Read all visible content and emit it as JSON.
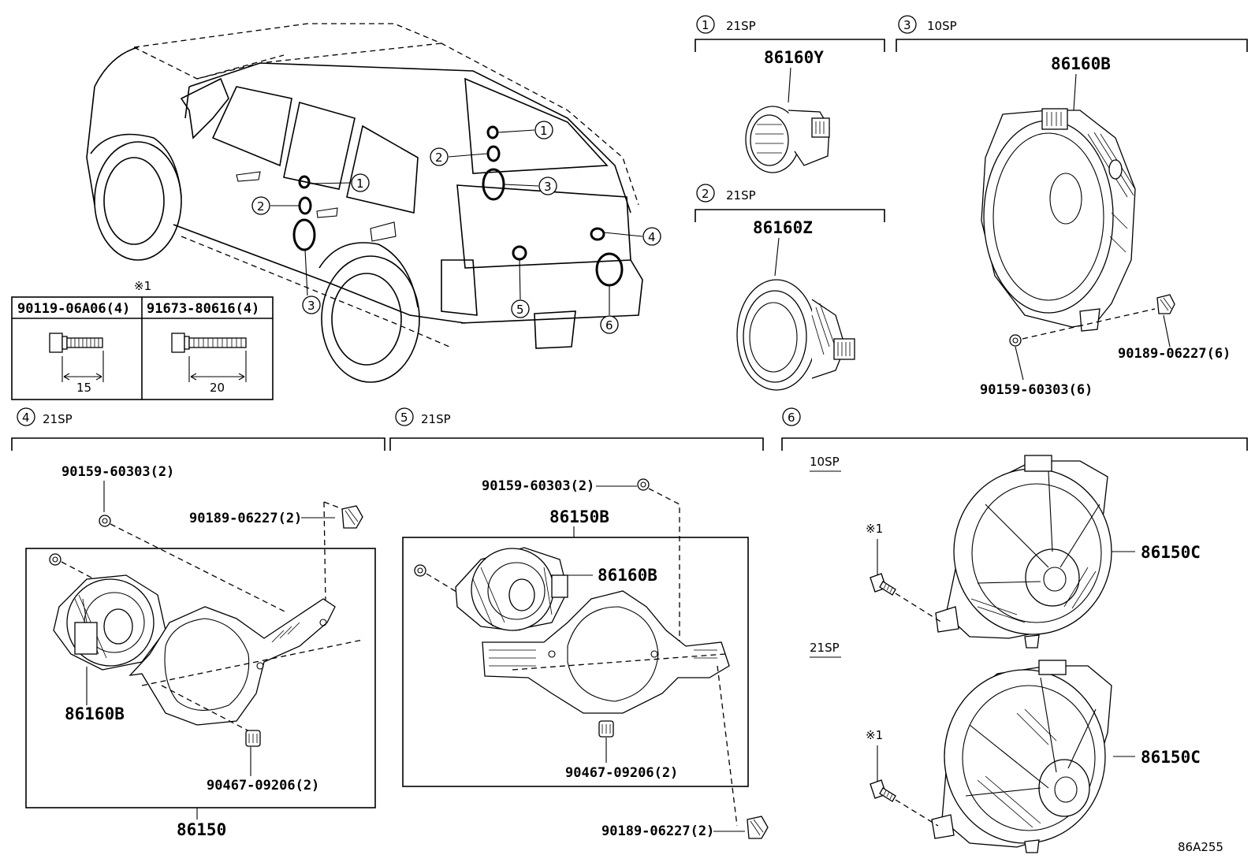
{
  "diagram_code": "86A255",
  "note_marker": "※1",
  "vehicle_callouts": [
    "1",
    "2",
    "3",
    "4",
    "5",
    "6",
    "1",
    "2",
    "3"
  ],
  "fastener_table": {
    "marker": "※1",
    "col1": {
      "part": "90119-06A06(4)",
      "dim": "15"
    },
    "col2": {
      "part": "91673-80616(4)",
      "dim": "20"
    }
  },
  "sec1": {
    "num": "1",
    "label": "21SP",
    "part": "86160Y"
  },
  "sec2": {
    "num": "2",
    "label": "21SP",
    "part": "86160Z"
  },
  "sec3": {
    "num": "3",
    "label": "10SP",
    "part": "86160B",
    "screw": "90159-60303(6)",
    "clip": "90189-06227(6)"
  },
  "sec4": {
    "num": "4",
    "label": "21SP",
    "screw": "90159-60303(2)",
    "clip": "90189-06227(2)",
    "speaker": "86160B",
    "nut": "90467-09206(2)",
    "assy": "86150"
  },
  "sec5": {
    "num": "5",
    "label": "21SP",
    "screw": "90159-60303(2)",
    "assy": "86150B",
    "speaker": "86160B",
    "nut": "90467-09206(2)",
    "clip": "90189-06227(2)"
  },
  "sec6": {
    "num": "6",
    "sub1": "10SP",
    "sub2": "21SP",
    "speaker1": "86150C",
    "speaker2": "86150C",
    "note1": "※1",
    "note2": "※1"
  }
}
